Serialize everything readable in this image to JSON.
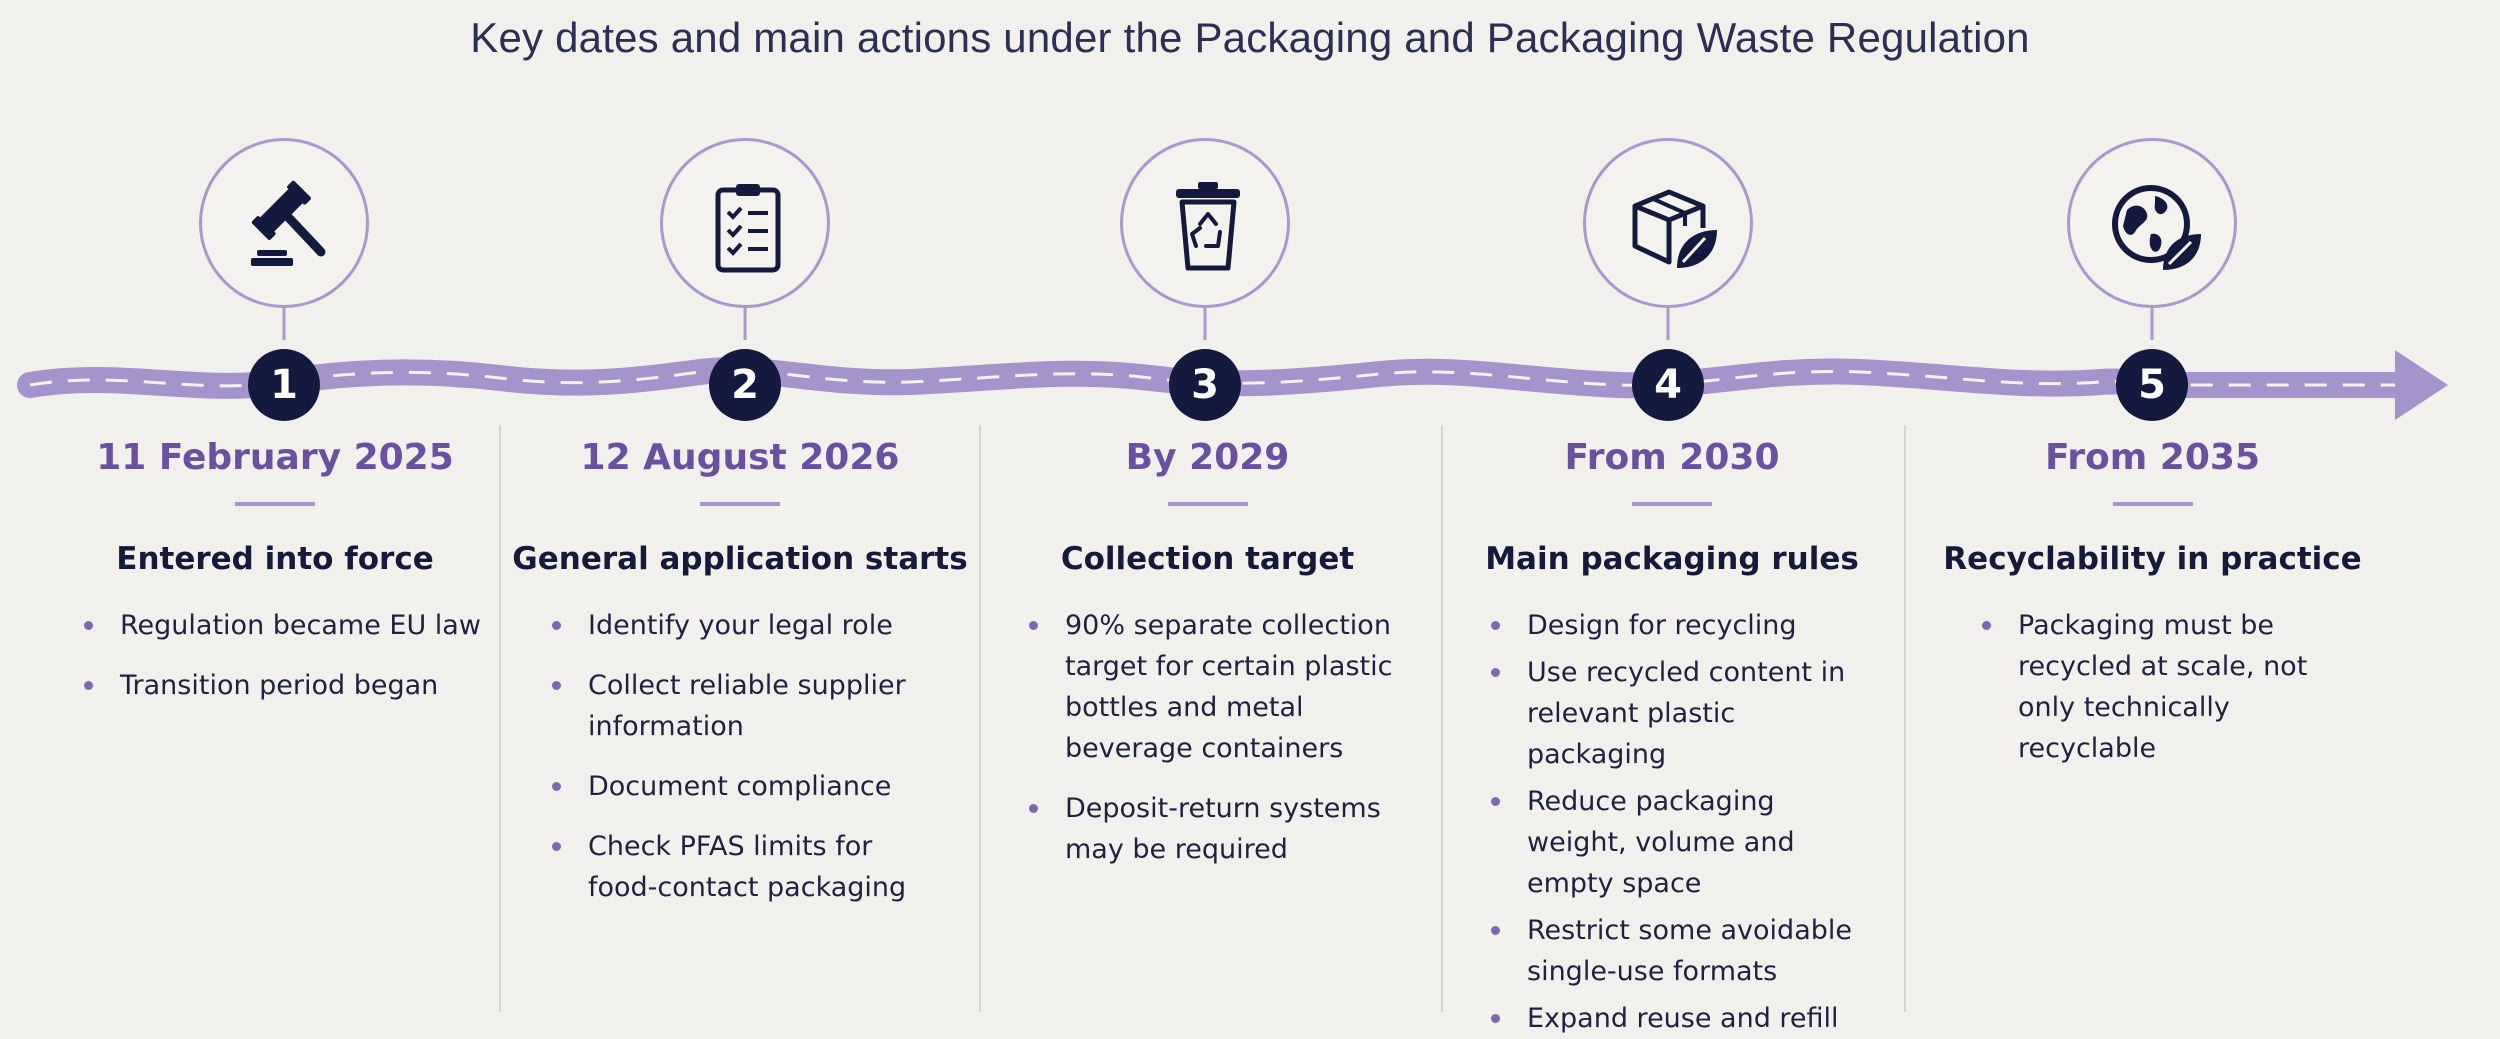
{
  "subtitle": "Key dates and main actions under the Packaging and Packaging Waste Regulation",
  "colors": {
    "background": "#f2f0ec",
    "accent_purple": "#6a50a0",
    "road": "#a593cc",
    "number_badge": "#141a3e",
    "text": "#1b1f3b"
  },
  "steps": [
    {
      "number": "1",
      "icon": "gavel-icon",
      "date": "11 February 2025",
      "title": "Entered into force",
      "bullets": [
        "Regulation became EU law",
        "Transition period began"
      ]
    },
    {
      "number": "2",
      "icon": "clipboard-checklist-icon",
      "date": "12 August 2026",
      "title": "General application starts",
      "bullets": [
        "Identify your legal role",
        "Collect reliable supplier information",
        "Document compliance",
        "Check PFAS limits for food-contact packaging"
      ]
    },
    {
      "number": "3",
      "icon": "recycle-bin-icon",
      "date": "By 2029",
      "title": "Collection target",
      "bullets": [
        "90% separate collection target for certain plastic bottles and metal beverage containers",
        "Deposit-return systems may be required"
      ]
    },
    {
      "number": "4",
      "icon": "box-leaf-icon",
      "date": "From 2030",
      "title": "Main packaging rules",
      "bullets": [
        "Design for recycling",
        "Use recycled content in relevant plastic packaging",
        "Reduce packaging weight, volume and empty space",
        "Restrict some avoidable single-use formats",
        "Expand reuse and refill"
      ]
    },
    {
      "number": "5",
      "icon": "globe-leaf-icon",
      "date": "From 2035",
      "title": "Recyclability in practice",
      "bullets": [
        "Packaging must be recycled at scale, not only technically recyclable"
      ]
    }
  ]
}
